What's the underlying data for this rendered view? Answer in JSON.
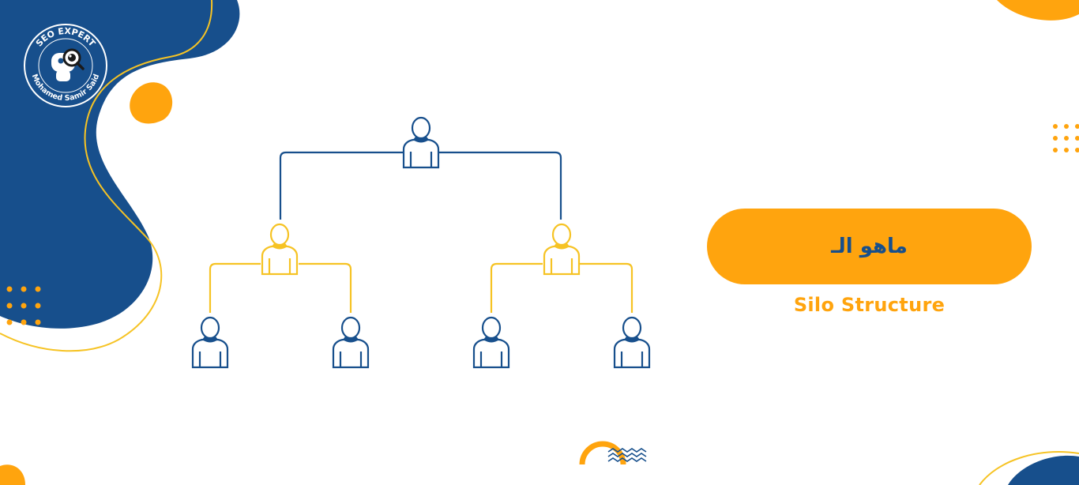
{
  "logo": {
    "top_text": "SEO EXPERT",
    "bottom_text": "Mohamed Samir Said",
    "icon": "robot-magnifier-icon"
  },
  "heading": {
    "title": "ماهو الـ",
    "subtitle": "Silo Structure"
  },
  "diagram": {
    "type": "hierarchy",
    "levels": 3,
    "icon": "person-icon"
  },
  "colors": {
    "navy": "#174F8C",
    "orange": "#FFA40E",
    "yellow": "#F6C324",
    "white": "#FFFFFF"
  }
}
